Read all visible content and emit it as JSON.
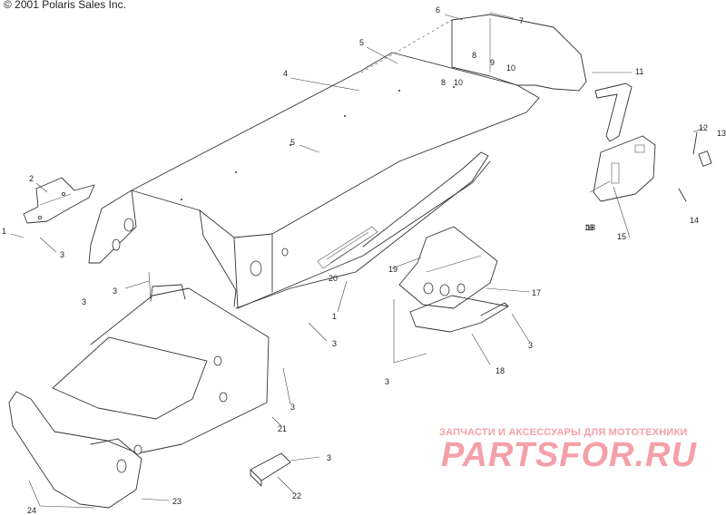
{
  "copyright": "© 2001 Polaris Sales Inc.",
  "callouts": [
    "1",
    "2",
    "3",
    "3",
    "4",
    "5",
    "5",
    "6",
    "7",
    "8",
    "8",
    "9",
    "10",
    "10",
    "11",
    "12",
    "13",
    "14",
    "15",
    "16",
    "17",
    "18",
    "18",
    "19",
    "20",
    "1",
    "3",
    "3",
    "3",
    "3",
    "3",
    "21",
    "3",
    "22",
    "23",
    "24"
  ],
  "watermark": {
    "subtitle": "ЗАПЧАСТИ И АКСЕССУАРЫ ДЛЯ МОТОТЕХНИКИ",
    "logo": "PARTSFOR.RU",
    "color": "#f4a0a8"
  }
}
